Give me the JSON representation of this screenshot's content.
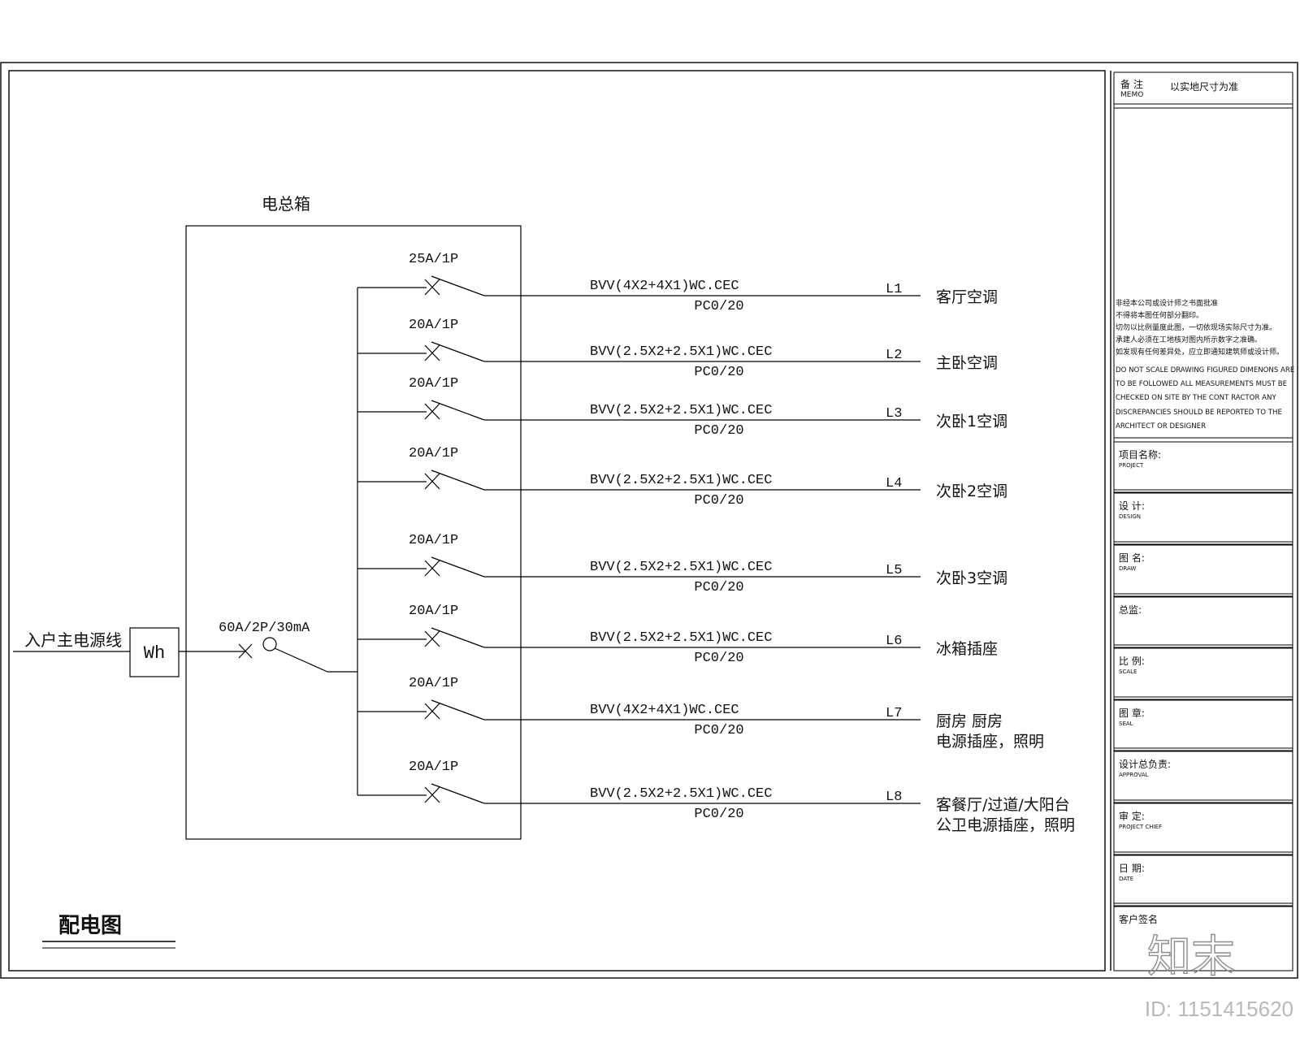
{
  "diagram": {
    "title": "配电图",
    "main_box_label": "电总箱",
    "incoming_label": "入户主电源线",
    "meter_label": "Wh",
    "main_breaker_label": "60A/2P/30mA",
    "circuits": [
      {
        "breaker": "25A/1P",
        "cable": "BVV(4X2+4X1)WC.CEC",
        "conduit": "PC0/20",
        "line": "L1",
        "load": [
          "客厅空调"
        ]
      },
      {
        "breaker": "20A/1P",
        "cable": "BVV(2.5X2+2.5X1)WC.CEC",
        "conduit": "PC0/20",
        "line": "L2",
        "load": [
          "主卧空调"
        ]
      },
      {
        "breaker": "20A/1P",
        "cable": "BVV(2.5X2+2.5X1)WC.CEC",
        "conduit": "PC0/20",
        "line": "L3",
        "load": [
          "次卧1空调"
        ]
      },
      {
        "breaker": "20A/1P",
        "cable": "BVV(2.5X2+2.5X1)WC.CEC",
        "conduit": "PC0/20",
        "line": "L4",
        "load": [
          "次卧2空调"
        ]
      },
      {
        "breaker": "20A/1P",
        "cable": "BVV(2.5X2+2.5X1)WC.CEC",
        "conduit": "PC0/20",
        "line": "L5",
        "load": [
          "次卧3空调"
        ]
      },
      {
        "breaker": "20A/1P",
        "cable": "BVV(2.5X2+2.5X1)WC.CEC",
        "conduit": "PC0/20",
        "line": "L6",
        "load": [
          "冰箱插座"
        ]
      },
      {
        "breaker": "20A/1P",
        "cable": "BVV(4X2+4X1)WC.CEC",
        "conduit": "PC0/20",
        "line": "L7",
        "load": [
          "厨房 厨房",
          "电源插座，照明"
        ]
      },
      {
        "breaker": "20A/1P",
        "cable": "BVV(2.5X2+2.5X1)WC.CEC",
        "conduit": "PC0/20",
        "line": "L8",
        "load": [
          "客餐厅/过道/大阳台",
          "公卫电源插座，照明"
        ]
      }
    ]
  },
  "title_block": {
    "remark_cn": "备 注",
    "remark_en": "MEMO",
    "remark_value": "以实地尺寸为准",
    "notes_cn": [
      "非经本公司或设计师之书面批准",
      "不得将本图任何部分翻印。",
      "切勿以比例量度此图，一切依现场实际尺寸为准。",
      "承建人必须在工地核对图内所示数字之准确。",
      "如发现有任何差异处，应立即通知建筑师或设计师。"
    ],
    "notes_en": [
      "DO NOT SCALE DRAWING FIGURED DIMENONS ARE",
      "TO BE FOLLOWED ALL MEASUREMENTS MUST BE",
      "CHECKED ON SITE BY THE CONT RACTOR ANY",
      "DISCREPANCIES SHOULD BE REPORTED TO THE",
      "ARCHITECT OR DESIGNER"
    ],
    "fields": [
      {
        "cn": "项目名称:",
        "en": "PROJECT"
      },
      {
        "cn": "设 计:",
        "en": "DESIGN"
      },
      {
        "cn": "图 名:",
        "en": "DRAW"
      },
      {
        "cn": "总监:",
        "en": ""
      },
      {
        "cn": "比 例:",
        "en": "SCALE"
      },
      {
        "cn": "图 章:",
        "en": "SEAL"
      },
      {
        "cn": "设计总负责:",
        "en": "APPROVAL"
      },
      {
        "cn": "审 定:",
        "en": "PROJECT CHIEF"
      },
      {
        "cn": "日 期:",
        "en": "DATE"
      },
      {
        "cn": "客户签名",
        "en": ""
      }
    ]
  },
  "watermark": {
    "logo": "知末",
    "id_text": "ID: 1151415620"
  }
}
